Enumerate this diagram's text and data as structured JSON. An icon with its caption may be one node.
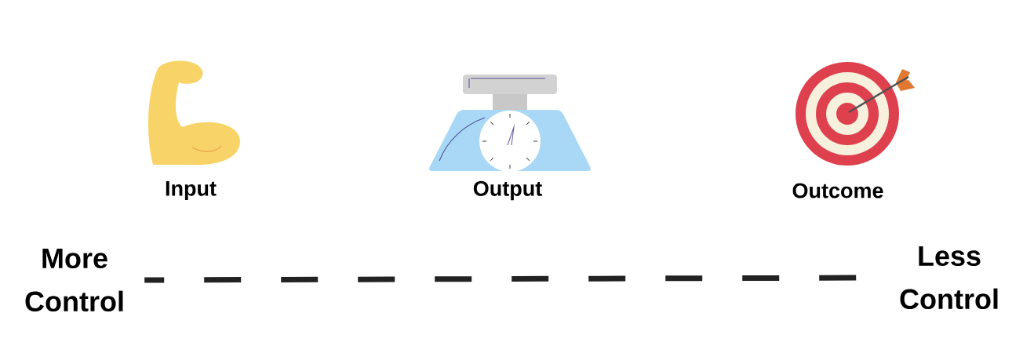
{
  "diagram": {
    "nodes": [
      {
        "text": [
          "Input"
        ]
      },
      {
        "text": [
          "Output"
        ]
      },
      {
        "text": [
          "Outcome"
        ]
      },
      {
        "text": [
          "More Control"
        ]
      },
      {
        "text": [
          "Less Control"
        ]
      }
    ],
    "edges": [
      {
        "from": 3,
        "to": 4,
        "arrow": "none",
        "style": "dashed"
      }
    ]
  }
}
